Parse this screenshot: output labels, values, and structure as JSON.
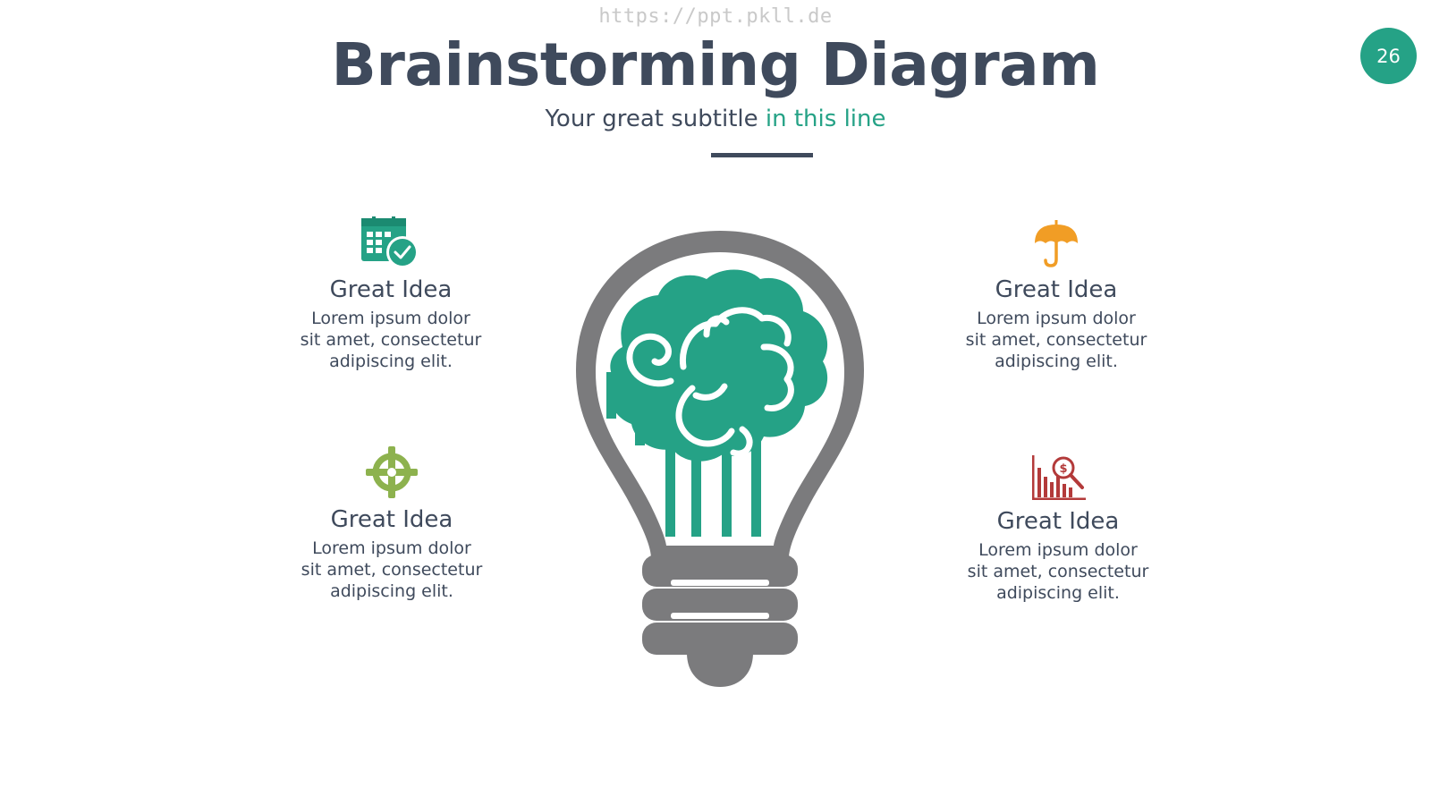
{
  "watermark": "https://ppt.pkll.de",
  "page_number": "26",
  "title": "Brainstorming Diagram",
  "subtitle": {
    "main": "Your great subtitle ",
    "accent": "in this line"
  },
  "colors": {
    "title": "#3f4a5c",
    "accent": "#25a286",
    "bulb_gray": "#7b7b7d",
    "brain_green": "#25a286",
    "calendar_icon": "#25a286",
    "umbrella_icon": "#f19d25",
    "target_icon": "#8db24e",
    "chart_icon": "#b33a3a"
  },
  "ideas": [
    {
      "icon": "calendar-clock-icon",
      "title": "Great Idea",
      "text": "Lorem ipsum dolor\nsit amet, consectetur\nadipiscing elit."
    },
    {
      "icon": "umbrella-icon",
      "title": "Great Idea",
      "text": "Lorem ipsum dolor\nsit amet, consectetur\nadipiscing elit."
    },
    {
      "icon": "crosshair-target-icon",
      "title": "Great Idea",
      "text": "Lorem ipsum dolor\nsit amet, consectetur\nadipiscing elit."
    },
    {
      "icon": "chart-dollar-search-icon",
      "title": "Great Idea",
      "text": "Lorem ipsum dolor\nsit amet, consectetur\nadipiscing elit."
    }
  ],
  "center_graphic": "lightbulb-brain-icon"
}
